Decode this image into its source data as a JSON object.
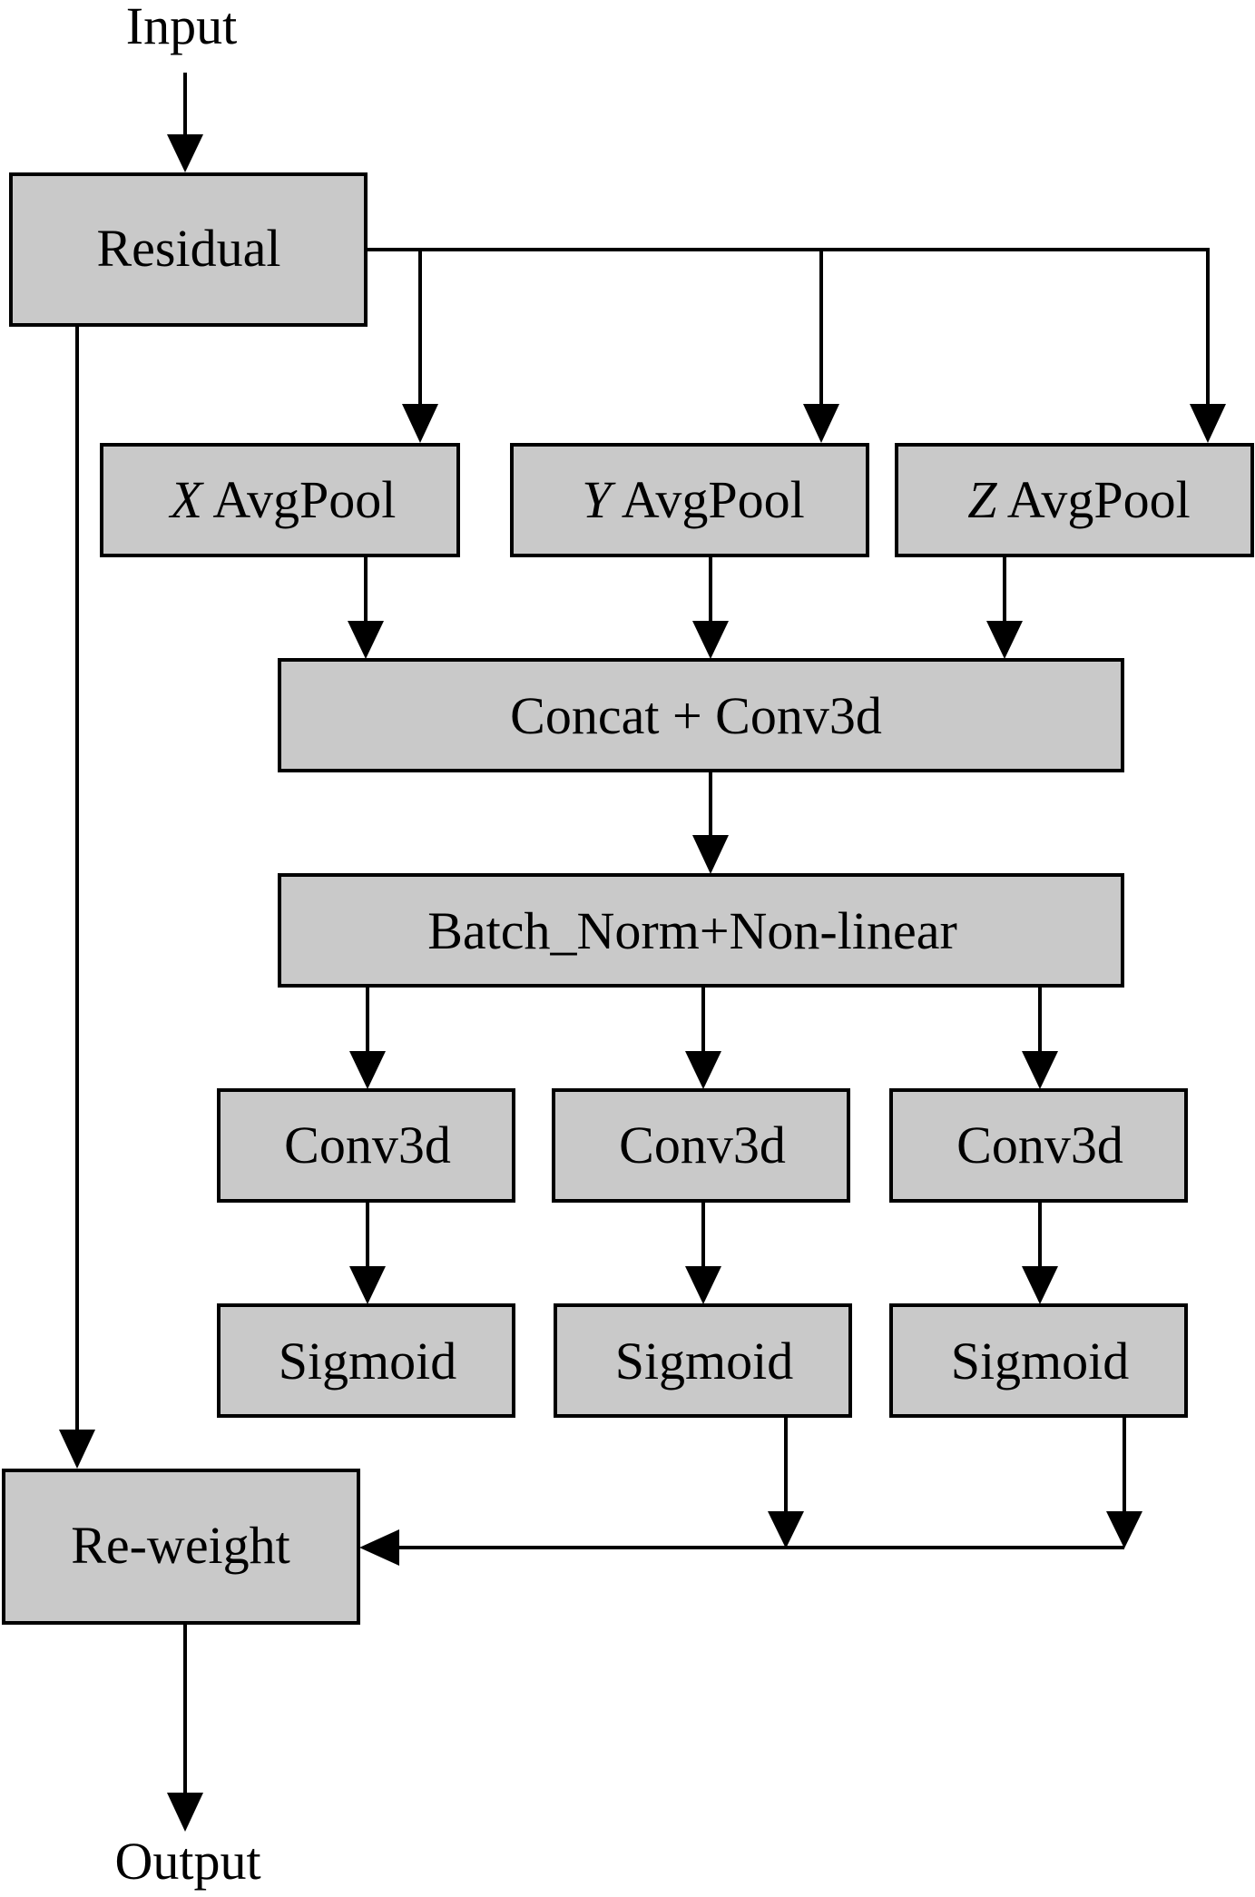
{
  "diagram": {
    "input_label": "Input",
    "output_label": "Output",
    "nodes": {
      "residual": "Residual",
      "x_avgpool": {
        "axis": "X",
        "label": " AvgPool"
      },
      "y_avgpool": {
        "axis": "Y",
        "label": " AvgPool"
      },
      "z_avgpool": {
        "axis": "Z",
        "label": " AvgPool"
      },
      "concat_conv": "Concat + Conv3d",
      "batchnorm": "Batch_Norm+Non-linear",
      "conv3d_1": "Conv3d",
      "conv3d_2": "Conv3d",
      "conv3d_3": "Conv3d",
      "sigmoid_1": "Sigmoid",
      "sigmoid_2": "Sigmoid",
      "sigmoid_3": "Sigmoid",
      "reweight": "Re-weight"
    },
    "edges": [
      [
        "input",
        "residual"
      ],
      [
        "residual",
        "x_avgpool"
      ],
      [
        "residual",
        "y_avgpool"
      ],
      [
        "residual",
        "z_avgpool"
      ],
      [
        "residual",
        "reweight"
      ],
      [
        "x_avgpool",
        "concat_conv"
      ],
      [
        "y_avgpool",
        "concat_conv"
      ],
      [
        "z_avgpool",
        "concat_conv"
      ],
      [
        "concat_conv",
        "batchnorm"
      ],
      [
        "batchnorm",
        "conv3d_1"
      ],
      [
        "batchnorm",
        "conv3d_2"
      ],
      [
        "batchnorm",
        "conv3d_3"
      ],
      [
        "conv3d_1",
        "sigmoid_1"
      ],
      [
        "conv3d_2",
        "sigmoid_2"
      ],
      [
        "conv3d_3",
        "sigmoid_3"
      ],
      [
        "sigmoid_2",
        "reweight"
      ],
      [
        "sigmoid_3",
        "reweight"
      ],
      [
        "reweight",
        "output"
      ]
    ]
  }
}
